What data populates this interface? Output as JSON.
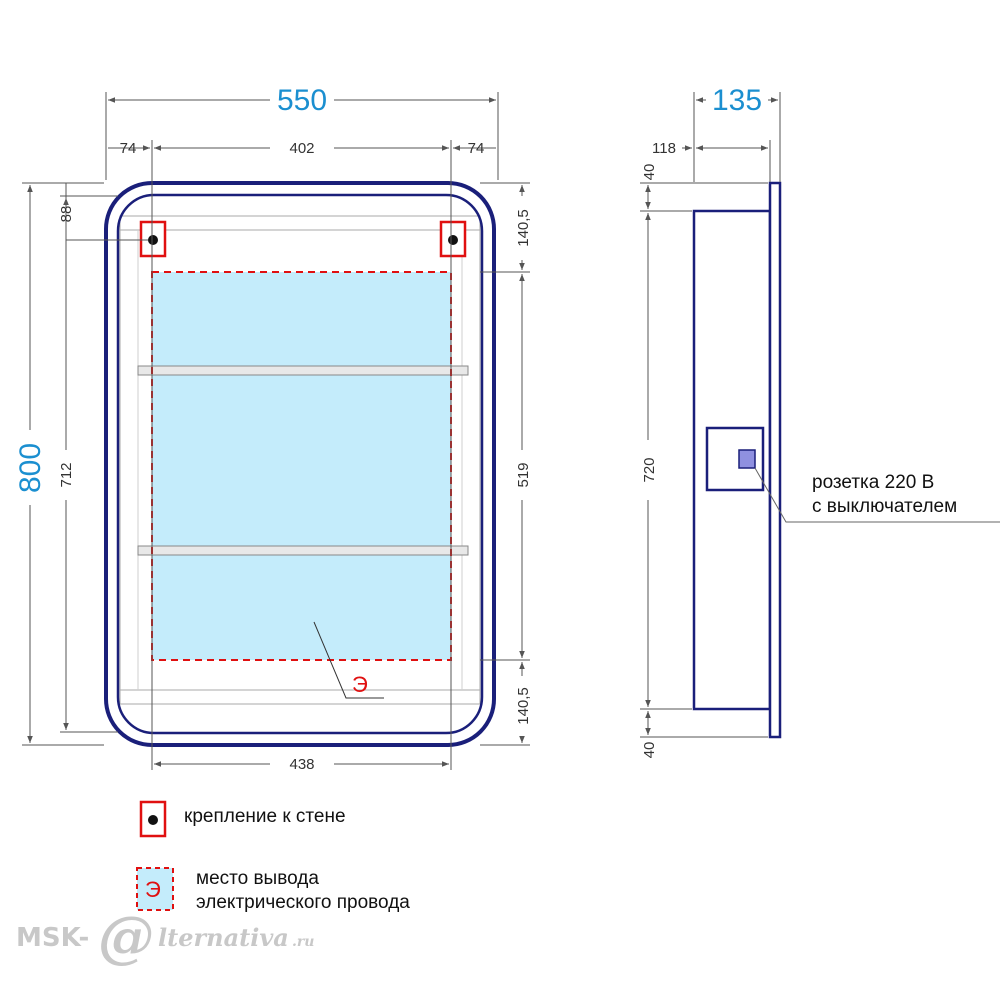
{
  "dimensions": {
    "width_total": "550",
    "edge_left": "74",
    "mount_spacing": "402",
    "edge_right": "74",
    "inner_width": "438",
    "height_total": "800",
    "inner_height": "712",
    "mount_from_top": "88",
    "top_to_cutout": "140,5",
    "cutout_height": "519",
    "cutout_to_bottom": "140,5",
    "depth_total": "135",
    "body_depth": "118",
    "top_offset": "40",
    "body_height": "720",
    "bottom_offset": "40"
  },
  "labels": {
    "socket_line1": "розетка 220 В",
    "socket_line2": "с выключателем",
    "electric_symbol": "Э"
  },
  "legend": {
    "mount_label": "крепление к стене",
    "electric_symbol": "Э",
    "wire_line1": "место вывода",
    "wire_line2": "электрического провода"
  },
  "watermark": {
    "prefix": "MSK-",
    "at": "@",
    "suffix": "lternativa",
    "tld": ".ru"
  },
  "colors": {
    "frame": "#1a1f7a",
    "dimension_blue": "#1b8fd0",
    "marker_red": "#e01010",
    "glass": "#c4ecfb"
  }
}
